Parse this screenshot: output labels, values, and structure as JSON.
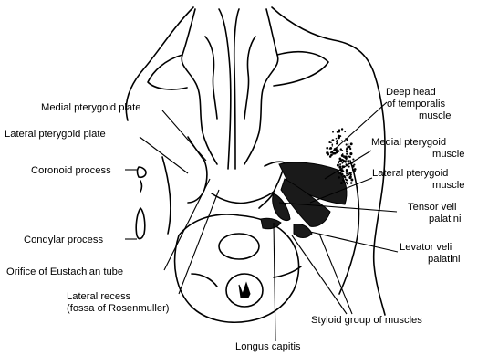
{
  "labels": {
    "medial_pterygoid_plate": "Medial pterygoid plate",
    "lateral_pterygoid_plate": "Lateral pterygoid plate",
    "coronoid_process": "Coronoid process",
    "condylar_process": "Condylar process",
    "orifice_eustachian_tube": "Orifice of Eustachian tube",
    "lateral_recess_line1": "Lateral recess",
    "lateral_recess_line2": "(fossa of Rosenmuller)",
    "longus_capitis": "Longus capitis",
    "deep_head_line1": "Deep head",
    "deep_head_line2": "of  temporalis",
    "deep_head_line3": "muscle",
    "medial_pterygoid_line1": "Medial pterygoid",
    "medial_pterygoid_line2": "muscle",
    "lateral_pterygoid_line1": "Lateral pterygoid",
    "lateral_pterygoid_line2": "muscle",
    "tensor_veli_line1": "Tensor veli",
    "tensor_veli_line2": "palatini",
    "levator_veli_line1": "Levator veli",
    "levator_veli_line2": "palatini",
    "styloid_group": "Styloid group of muscles"
  },
  "colors": {
    "ink": "#000000",
    "background": "#ffffff"
  }
}
